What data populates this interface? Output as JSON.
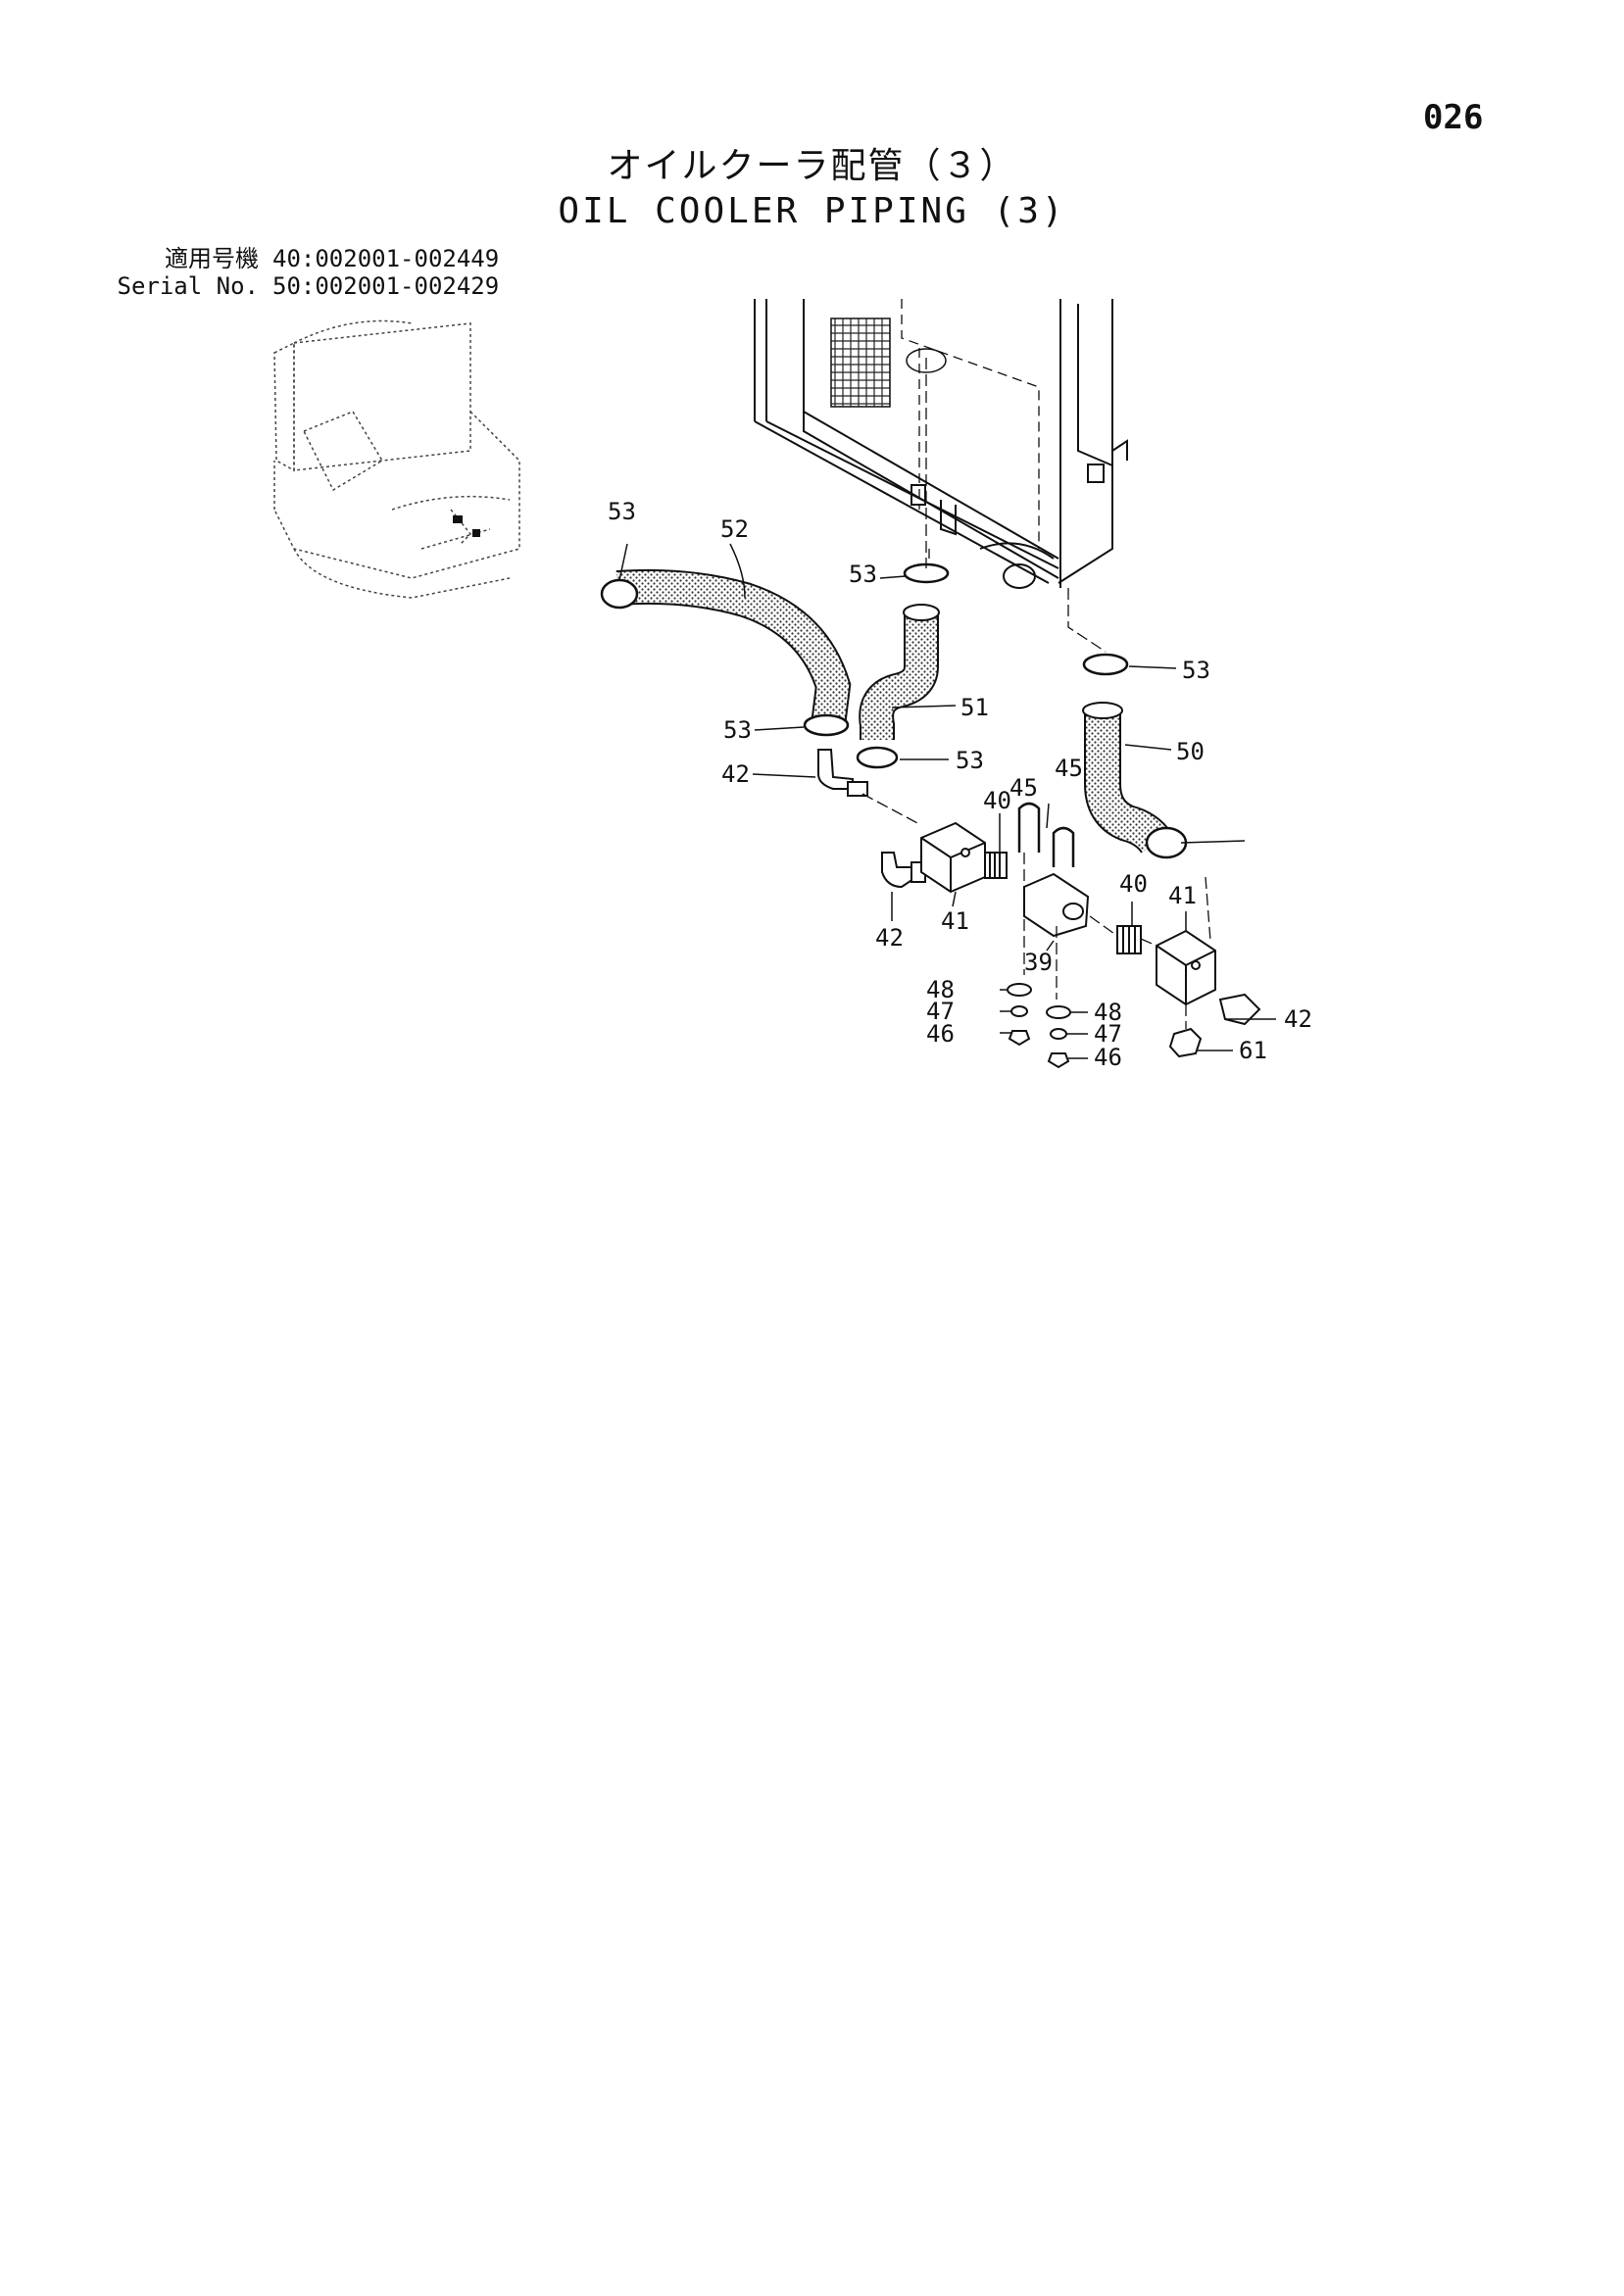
{
  "page": {
    "number": "026",
    "title_jp": "オイルクーラ配管（３）",
    "title_en": "OIL COOLER PIPING (3)"
  },
  "applicability": {
    "label_jp": "適用号機",
    "label_en": "Serial No.",
    "ranges": [
      "40:002001-002449",
      "50:002001-002429"
    ]
  },
  "callouts": [
    "53",
    "52",
    "53",
    "51",
    "53",
    "50",
    "53",
    "42",
    "53",
    "45",
    "45",
    "40",
    "40",
    "41",
    "41",
    "42",
    "39",
    "42",
    "48",
    "47",
    "46",
    "48",
    "47",
    "46",
    "61"
  ]
}
